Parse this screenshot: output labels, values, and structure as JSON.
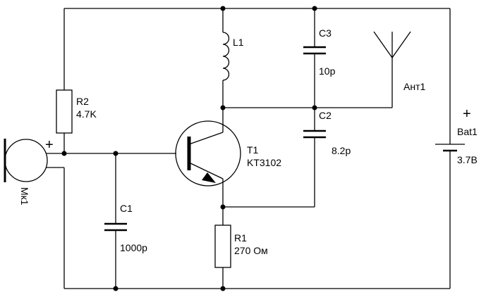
{
  "components": {
    "r2": {
      "ref": "R2",
      "value": "4.7K"
    },
    "r1": {
      "ref": "R1",
      "value": "270 Ом"
    },
    "c1": {
      "ref": "C1",
      "value": "1000p"
    },
    "c2": {
      "ref": "C2",
      "value": "8.2p"
    },
    "c3": {
      "ref": "C3",
      "value": "10p"
    },
    "l1": {
      "ref": "L1"
    },
    "t1": {
      "ref": "T1",
      "value": "KT3102"
    },
    "ant": {
      "ref": "Ант1"
    },
    "bat": {
      "ref": "Bat1",
      "value": "3.7B",
      "polarity": "+"
    },
    "mic": {
      "ref": "Мк1",
      "polarity": "+"
    }
  }
}
